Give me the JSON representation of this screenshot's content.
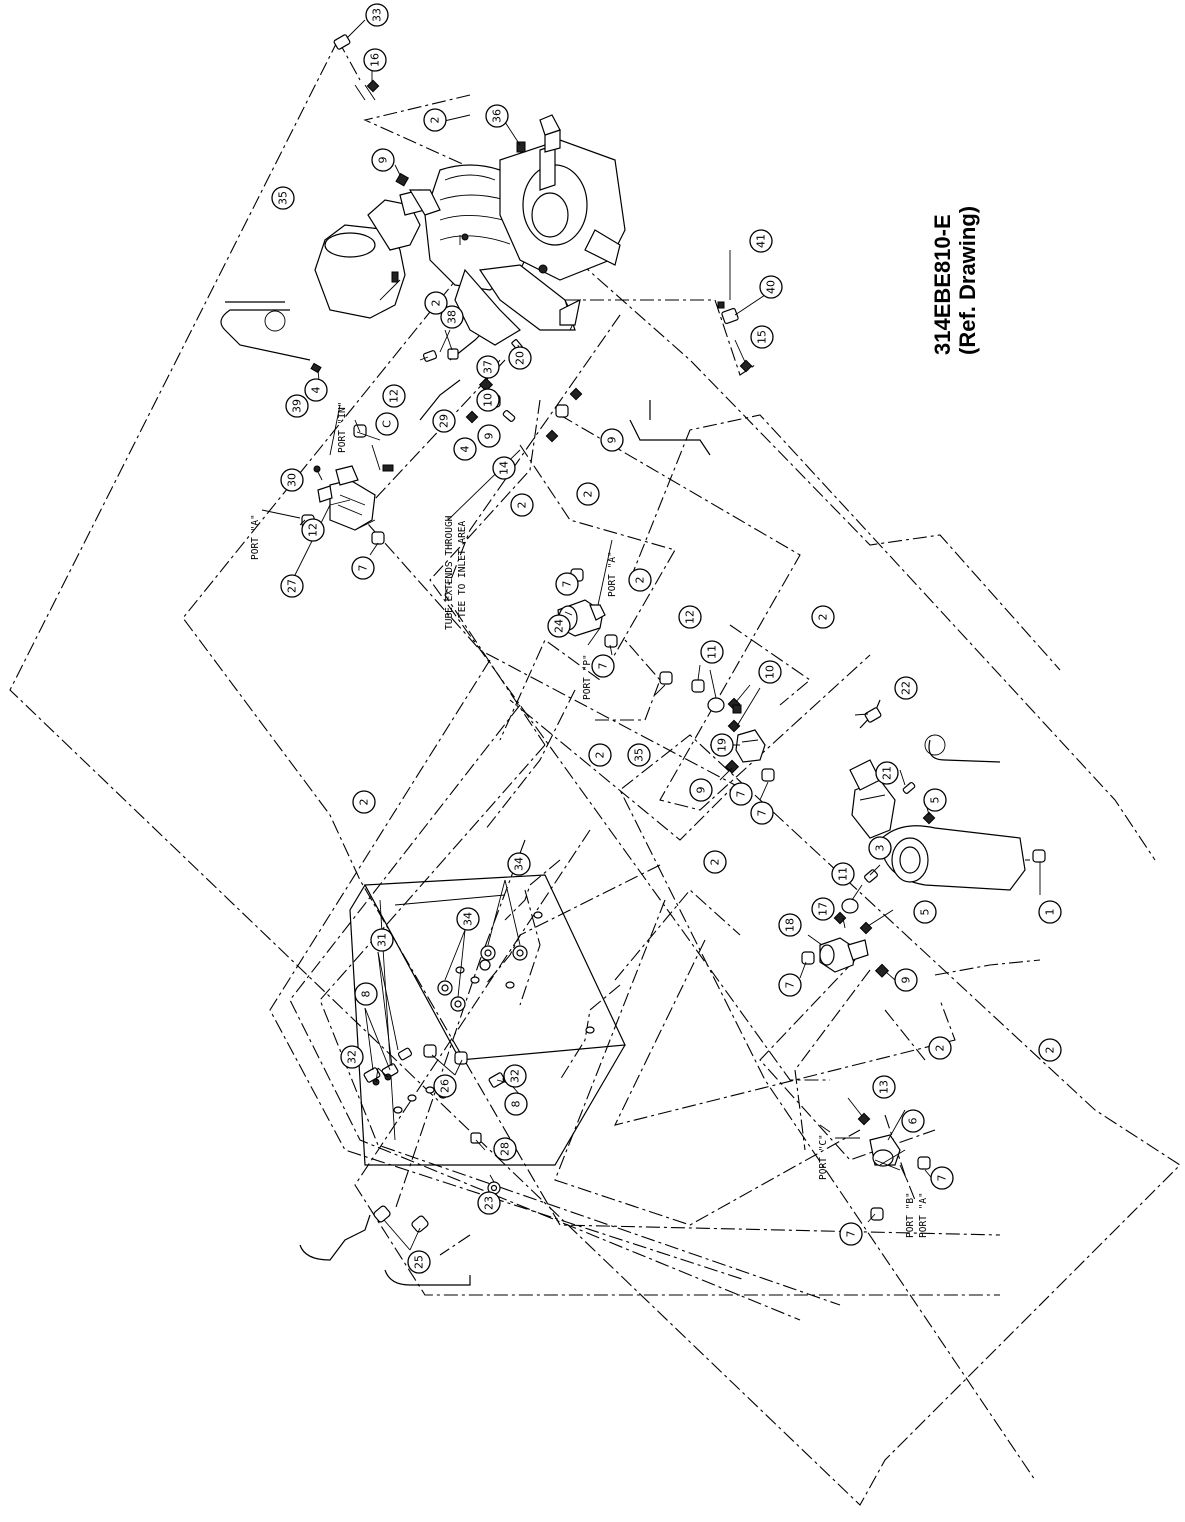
{
  "title": {
    "line1": "314EBE810-E",
    "line2": "(Ref. Drawing)"
  },
  "labels": {
    "port_a_top": "PORT \"A\"",
    "port_in": "PORT \"IN\"",
    "port_a_mid": "PORT \"A\"",
    "port_p": "PORT \"P\"",
    "tube_note_1": "TUBE EXTENDS THROUGH",
    "tube_note_2": "TEE TO INLET AREA",
    "port_c": "PORT \"C\"",
    "port_b": "PORT \"B\"",
    "port_a_bottom": "PORT \"A\""
  },
  "balloons": [
    "33",
    "16",
    "36",
    "9",
    "35",
    "2",
    "41",
    "40",
    "15",
    "20",
    "38",
    "2",
    "37",
    "10",
    "4",
    "39",
    "C",
    "12",
    "29",
    "9",
    "4",
    "14",
    "9",
    "30",
    "12",
    "27",
    "7",
    "2",
    "2",
    "7",
    "24",
    "7",
    "2",
    "12",
    "11",
    "10",
    "7",
    "19",
    "9",
    "7",
    "2",
    "35",
    "22",
    "2",
    "21",
    "5",
    "2",
    "2",
    "3",
    "11",
    "1",
    "17",
    "5",
    "18",
    "9",
    "7",
    "34",
    "34",
    "31",
    "8",
    "2",
    "32",
    "26",
    "8",
    "32",
    "28",
    "2",
    "13",
    "6",
    "23",
    "7",
    "7",
    "25"
  ]
}
